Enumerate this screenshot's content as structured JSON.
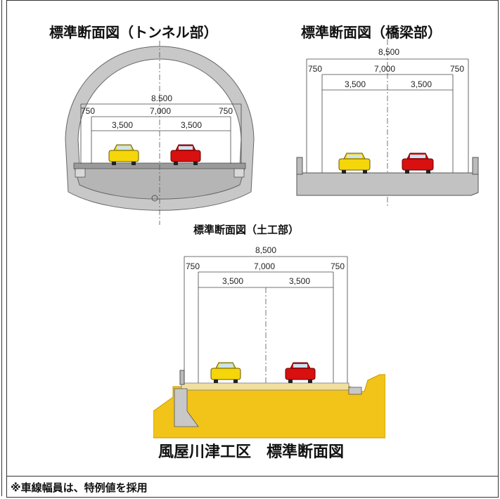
{
  "titles": {
    "tunnel": "標準断面図（トンネル部）",
    "bridge": "標準断面図（橋梁部）",
    "earthwork": "標準断面図（土工部）",
    "main": "風屋川津工区　標準断面図"
  },
  "note": "※車線幅員は、特例値を採用",
  "dimensions": {
    "total": "8,500",
    "total_tunnel": "8.500",
    "road": "7,000",
    "shoulder": "750",
    "lane": "3,500"
  },
  "colors": {
    "concrete": "#c8c8c8",
    "concrete_dark": "#9a9a9a",
    "earth": "#f2c318",
    "pavement": "#f0e0a0",
    "car_yellow": "#f5d60a",
    "car_red": "#d81010"
  }
}
